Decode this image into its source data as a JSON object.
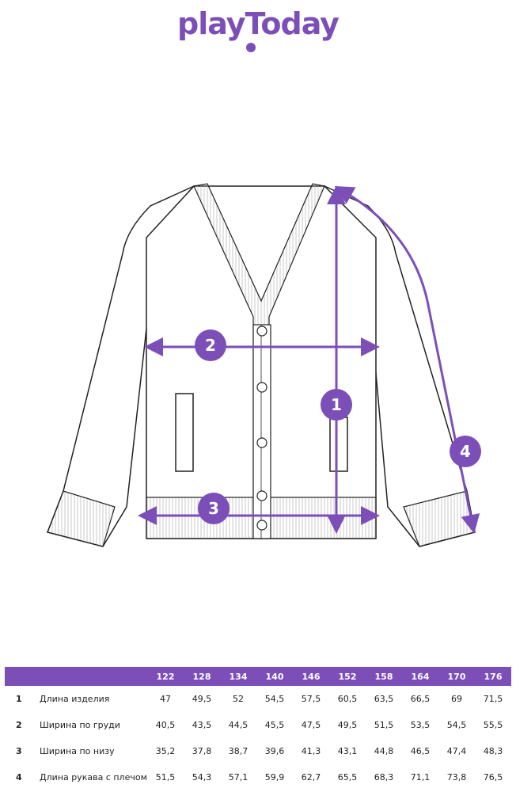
{
  "brand": {
    "name": "playToday",
    "color": "#7c4fb8"
  },
  "callouts": [
    {
      "id": "1",
      "label": "1"
    },
    {
      "id": "2",
      "label": "2"
    },
    {
      "id": "3",
      "label": "3"
    },
    {
      "id": "4",
      "label": "4"
    }
  ],
  "table": {
    "sizes": [
      "122",
      "128",
      "134",
      "140",
      "146",
      "152",
      "158",
      "164",
      "170",
      "176"
    ],
    "rows": [
      {
        "num": "1",
        "label": "Длина изделия",
        "values": [
          "47",
          "49,5",
          "52",
          "54,5",
          "57,5",
          "60,5",
          "63,5",
          "66,5",
          "69",
          "71,5"
        ]
      },
      {
        "num": "2",
        "label": "Ширина по груди",
        "values": [
          "40,5",
          "43,5",
          "44,5",
          "45,5",
          "47,5",
          "49,5",
          "51,5",
          "53,5",
          "54,5",
          "55,5"
        ]
      },
      {
        "num": "3",
        "label": "Ширина по низу",
        "values": [
          "35,2",
          "37,8",
          "38,7",
          "39,6",
          "41,3",
          "43,1",
          "44,8",
          "46,5",
          "47,4",
          "48,3"
        ]
      },
      {
        "num": "4",
        "label": "Длина рукава с плечом",
        "values": [
          "51,5",
          "54,3",
          "57,1",
          "59,9",
          "62,7",
          "65,5",
          "68,3",
          "71,1",
          "73,8",
          "76,5"
        ]
      }
    ]
  }
}
